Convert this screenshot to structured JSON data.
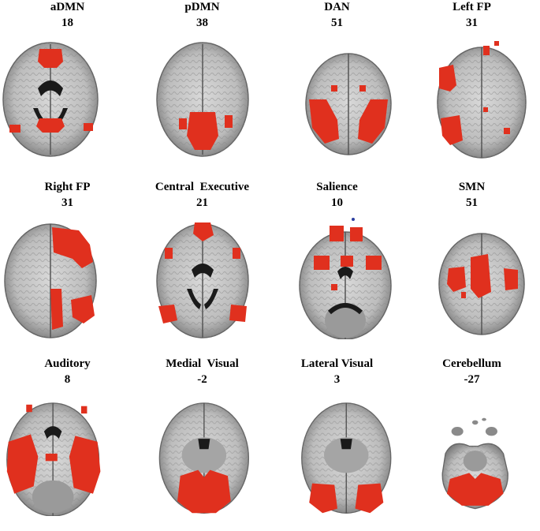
{
  "panels": [
    {
      "title": "aDMN",
      "slice": "18"
    },
    {
      "title": "pDMN",
      "slice": "38"
    },
    {
      "title": "DAN",
      "slice": "51"
    },
    {
      "title": "Left FP",
      "slice": "31"
    },
    {
      "title": "Right FP",
      "slice": "31"
    },
    {
      "title": "Central  Executive",
      "slice": "21"
    },
    {
      "title": "Salience",
      "slice": "10"
    },
    {
      "title": "SMN",
      "slice": "51"
    },
    {
      "title": "Auditory",
      "slice": "8"
    },
    {
      "title": "Medial  Visual",
      "slice": "-2"
    },
    {
      "title": "Lateral Visual",
      "slice": "3"
    },
    {
      "title": "Cerebellum",
      "slice": "-27"
    }
  ],
  "colors": {
    "activation": "#e0301e",
    "brain_tissue": "#bdbdbd",
    "brain_edge": "#6f6f6f",
    "ventricle": "#1a1a1a",
    "background": "#ffffff"
  }
}
